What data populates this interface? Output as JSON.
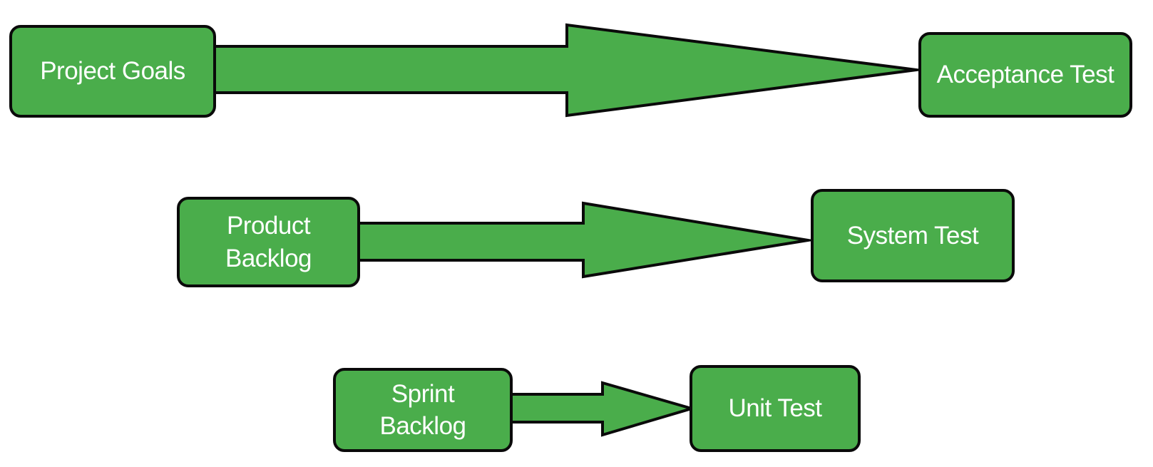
{
  "colors": {
    "background": "#ffffff",
    "node_fill": "#4aad4b",
    "node_border": "#0a0a0a",
    "node_text": "#ffffff",
    "arrow_fill": "#4aad4b",
    "arrow_stroke": "#0a0a0a"
  },
  "nodes": [
    {
      "id": "project-goals",
      "label": "Project Goals"
    },
    {
      "id": "acceptance-test",
      "label": "Acceptance Test"
    },
    {
      "id": "product-backlog",
      "label": "Product\nBacklog"
    },
    {
      "id": "system-test",
      "label": "System Test"
    },
    {
      "id": "sprint-backlog",
      "label": "Sprint\nBacklog"
    },
    {
      "id": "unit-test",
      "label": "Unit Test"
    }
  ],
  "edges": [
    {
      "from": "Project Goals",
      "to": "Acceptance Test"
    },
    {
      "from": "Product Backlog",
      "to": "System Test"
    },
    {
      "from": "Sprint Backlog",
      "to": "Unit Test"
    }
  ]
}
